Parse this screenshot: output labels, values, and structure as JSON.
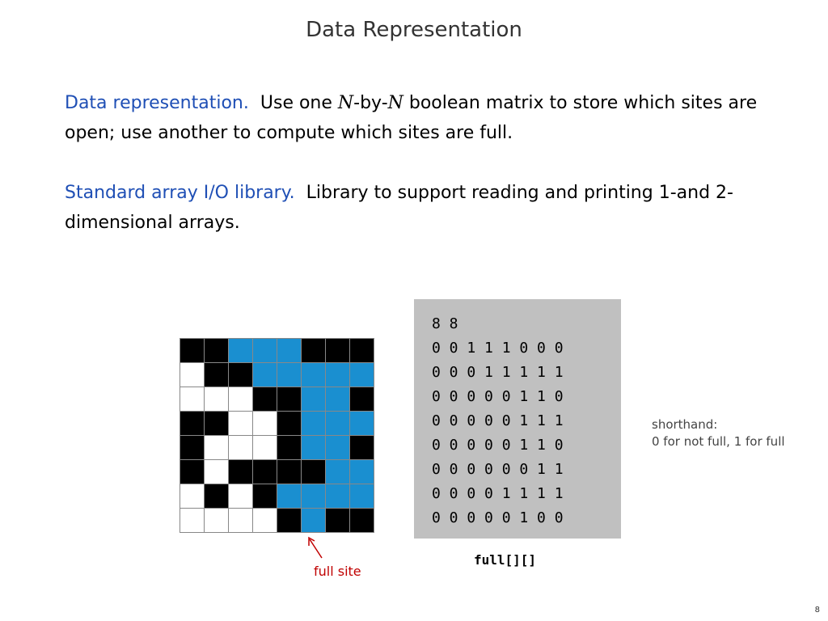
{
  "title": "Data Representation",
  "para1": {
    "lead": "Data representation.",
    "t1": "Use one ",
    "n1": "N",
    "t2": "-by-",
    "n2": "N",
    "t3": " boolean matrix to store which sites are open; use another to compute which sites are full."
  },
  "para2": {
    "lead": "Standard array I/O library.",
    "body": "Library to support reading and printing 1-and 2-dimensional arrays."
  },
  "grid": [
    "BBFFFBBB",
    "OBBFFFFF",
    "OOOBBFFB",
    "BBOOBFFF",
    "BOOOBFFB",
    "BOBBBBFF",
    "OBOBFFFF",
    "OOOOBFBB"
  ],
  "grid_legend": {
    "B": "blocked",
    "O": "open",
    "F": "full"
  },
  "grid_colors": {
    "blocked": "#000000",
    "open": "#ffffff",
    "full": "#1a8fd0"
  },
  "matrix_lines": [
    "8 8",
    "0 0 1 1 1 0 0 0",
    "0 0 0 1 1 1 1 1",
    "0 0 0 0 0 1 1 0",
    "0 0 0 0 0 1 1 1",
    "0 0 0 0 0 1 1 0",
    "0 0 0 0 0 0 1 1",
    "0 0 0 0 1 1 1 1",
    "0 0 0 0 0 1 0 0"
  ],
  "matrix_caption": "full[][]",
  "shorthand": {
    "line1": "shorthand:",
    "line2": "0 for not full, 1 for full"
  },
  "full_site_label": "full site",
  "page_number": "8"
}
